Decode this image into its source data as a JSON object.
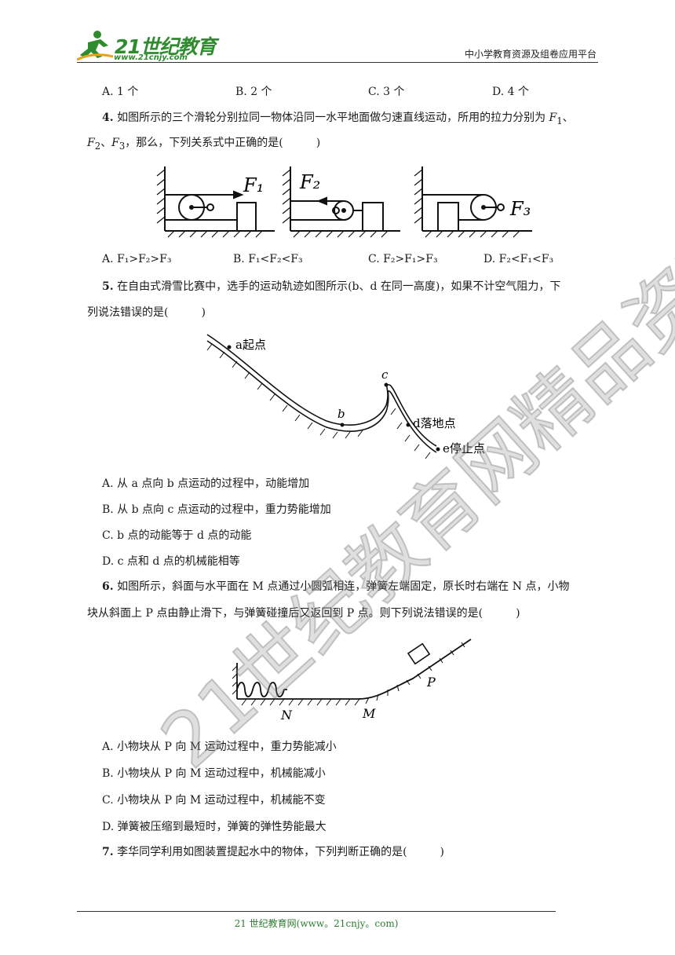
{
  "header": {
    "logo_text": "21世纪教育",
    "logo_url": "www.21cnjy.com",
    "tagline": "中小学教育资源及组卷应用平台"
  },
  "q3_options": [
    "A. 1 个",
    "B. 2 个",
    "C. 3 个",
    "D. 4 个"
  ],
  "q4": {
    "number": "4.",
    "line1": "如图所示的三个滑轮分别拉同一物体沿同一水平地面做匀速直线运动，所用的拉力分别为",
    "line2": "，那么，下列关系式中正确的是(　　　)",
    "figure_labels": [
      "F₁",
      "F₂",
      "F₃"
    ],
    "options": [
      "A. F₁>F₂>F₃",
      "B. F₁<F₂<F₃",
      "C. F₂>F₁>F₃",
      "D. F₂<F₁<F₃"
    ]
  },
  "q5": {
    "number": "5.",
    "line1": "在自由式滑雪比赛中，选手的运动轨迹如图所示(b、d 在同一高度)，如果不计空气阻力，下",
    "line2": "列说法错误的是(　　　)",
    "figure_labels": {
      "a": "a起点",
      "b": "b",
      "c": "c",
      "d": "d落地点",
      "e": "e停止点"
    },
    "options": [
      "A.  从 a 点向 b 点运动的过程中，动能增加",
      "B.  从 b 点向 c 点运动的过程中，重力势能增加",
      "C. b 点的动能等于 d 点的动能",
      "D. c 点和 d 点的机械能相等"
    ]
  },
  "q6": {
    "number": "6.",
    "line1": "如图所示，斜面与水平面在 M 点通过小圆弧相连，弹簧左端固定，原长时右端在 N 点，小物",
    "line2": "块从斜面上 P 点由静止滑下，与弹簧碰撞后又返回到 P 点。则下列说法错误的是(　　　)",
    "figure_labels": {
      "N": "N",
      "M": "M",
      "P": "P"
    },
    "options": [
      "A.  小物块从 P 向 M 运动过程中，重力势能减小",
      "B.  小物块从 P 向 M 运动过程中，机械能减小",
      "C.  小物块从 P 向 M 运动过程中，机械能不变",
      "D.  弹簧被压缩到最短时，弹簧的弹性势能最大"
    ]
  },
  "q7": {
    "number": "7.",
    "line1": "李华同学利用如图装置提起水中的物体，下列判断正确的是(　　　)"
  },
  "watermark": "21世纪教育网精品资料",
  "footer": "21 世纪教育网(www。21cnjy。com)"
}
